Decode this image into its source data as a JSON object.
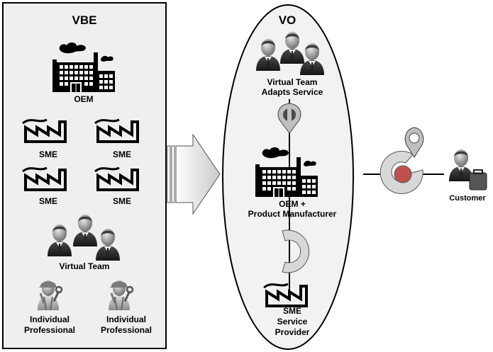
{
  "vbe": {
    "title": "VBE",
    "oem_label": "OEM",
    "sme_labels": [
      "SME",
      "SME",
      "SME",
      "SME"
    ],
    "virtual_team_label": "Virtual Team",
    "individual_labels": [
      [
        "Individual",
        "Professional"
      ],
      [
        "Individual",
        "Professional"
      ]
    ]
  },
  "vo": {
    "title": "VO",
    "virtual_team_lines": [
      "Virtual Team",
      "Adapts Service"
    ],
    "oem_lines": [
      "OEM +",
      "Product Manufacturer"
    ],
    "sme_lines": [
      "SME",
      "Service",
      "Provider"
    ]
  },
  "customer": {
    "label": "Customer"
  },
  "colors": {
    "vbe_background": "#efefef",
    "vo_background": "#f2f2f2",
    "factory_icon": "#000000",
    "service_node_center": "#c0504d",
    "service_node_ring": "#bfbfbf",
    "service_node_core_dark": "#404040"
  },
  "icons": {
    "oem": "factory-icon",
    "sme": "small-factory-icon",
    "team": "people-group-icon",
    "individual": "worker-icon",
    "customer": "customer-icon",
    "arrow": "transition-arrow-icon",
    "service": "service-node-icon"
  }
}
